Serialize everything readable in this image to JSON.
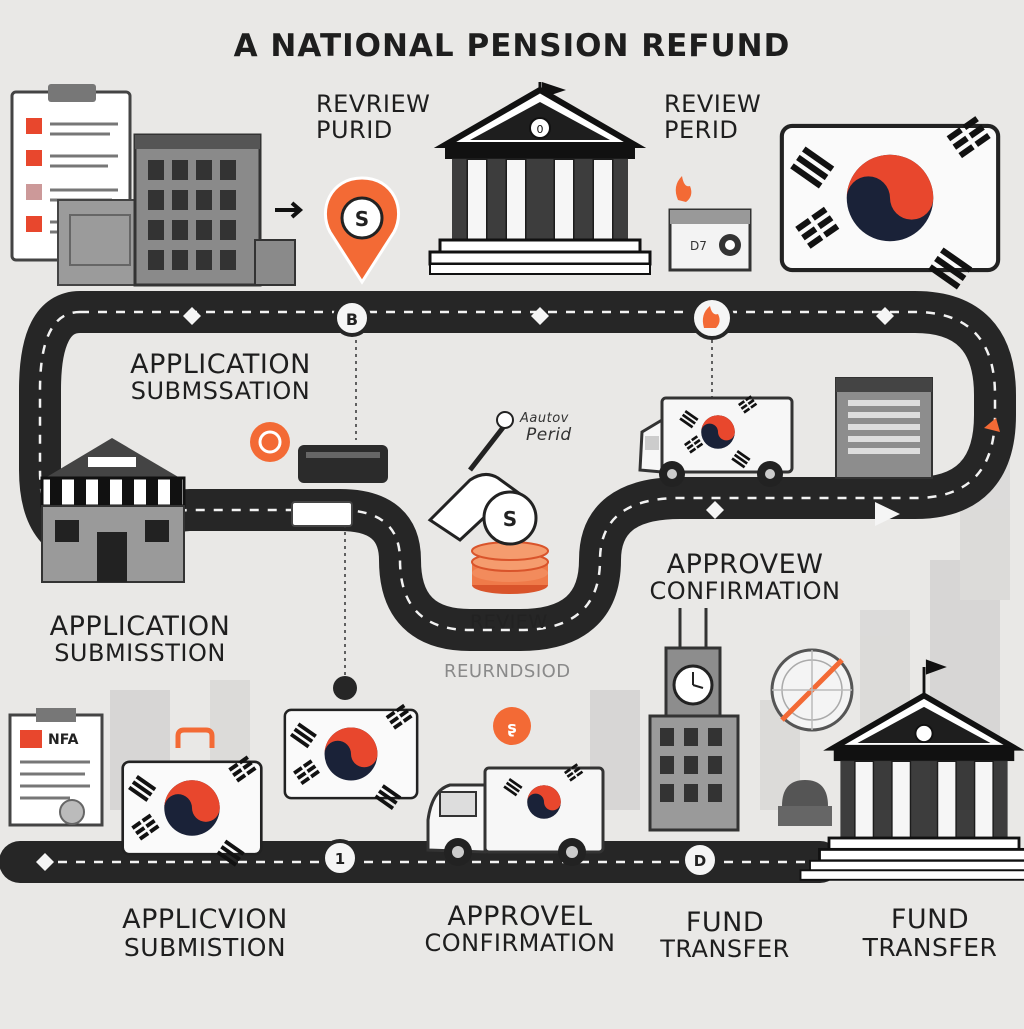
{
  "title": "A NATIONAL PENSION REFUND",
  "labels": {
    "review_top_left": [
      "REVRIEW",
      "PURID"
    ],
    "review_top_right": [
      "REVIEW",
      "PERID"
    ],
    "app_sub_1": [
      "APPLICATION",
      "SUBMSSATION"
    ],
    "app_sub_2": [
      "APPLICATION",
      "SUBMISSTION"
    ],
    "app_sub_3": [
      "APPLICVION",
      "SUBMISTION"
    ],
    "approval_mid": [
      "APPROVEW",
      "CONFIRMATION"
    ],
    "approval_bottom": [
      "APPROVEL",
      "CONFIRMATION"
    ],
    "fund_1": [
      "FUND",
      "TRANSFER"
    ],
    "fund_2": [
      "FUND",
      "TRANSFER"
    ],
    "review_center": "REVIEW",
    "review_faint": "REURNDSIOD",
    "handwritten": [
      "Aautov",
      "Perid"
    ]
  },
  "sign_texts": {
    "document_stamp": "NFA",
    "truck_plate": "D7",
    "coin_symbol": "S",
    "map_pin_symbol": "S",
    "temple_badge": "0"
  },
  "marker_texts": {
    "top_left": "B",
    "bottom_mid_left": "1",
    "bottom_mid_right": "D"
  },
  "colors": {
    "road": "#262626",
    "road_dash": "#f2f2f2",
    "accent_orange": "#f36a35",
    "flag_red": "#e8472d",
    "flag_blue": "#1a2238",
    "building_gray": "#8a8a8a",
    "building_dark": "#3d3d3d",
    "background": "#e9e8e6"
  },
  "icons": [
    "document-icon",
    "office-building-icon",
    "map-pin-icon",
    "government-building-icon",
    "korean-flag-icon",
    "camera-box-icon",
    "storefront-icon",
    "briefcase-icon",
    "coin-stack-icon",
    "hand-icon",
    "truck-icon",
    "clock-tower-icon",
    "compass-icon",
    "money-bag-icon"
  ]
}
